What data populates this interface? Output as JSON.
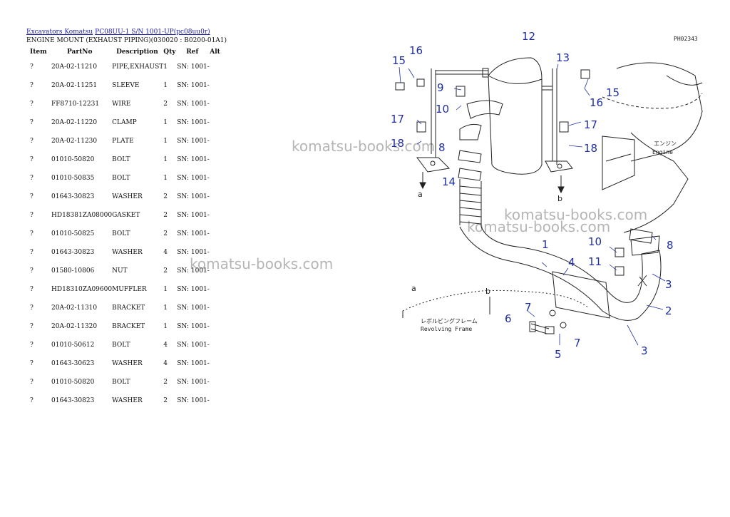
{
  "breadcrumb": {
    "link1": "Excavators Komatsu",
    "link2": "PC08UU-1 S/N 1001-UP(pc08uu0r)"
  },
  "subtitle": "ENGINE MOUNT (EXHAUST PIPING)(030020 : B0200-01A1)",
  "table": {
    "headers": {
      "item": "Item",
      "partno": "PartNo",
      "description": "Description",
      "qty": "Qty",
      "ref": "Ref",
      "alt": "Alt"
    },
    "rows": [
      {
        "item": "?",
        "partno": "20A-02-11210",
        "description": "PIPE,EXHAUST",
        "qty": "1",
        "ref": "SN: 1001-"
      },
      {
        "item": "?",
        "partno": "20A-02-11251",
        "description": "SLEEVE",
        "qty": "1",
        "ref": "SN: 1001-"
      },
      {
        "item": "?",
        "partno": "FF8710-12231",
        "description": "WIRE",
        "qty": "2",
        "ref": "SN: 1001-"
      },
      {
        "item": "?",
        "partno": "20A-02-11220",
        "description": "CLAMP",
        "qty": "1",
        "ref": "SN: 1001-"
      },
      {
        "item": "?",
        "partno": "20A-02-11230",
        "description": "PLATE",
        "qty": "1",
        "ref": "SN: 1001-"
      },
      {
        "item": "?",
        "partno": "01010-50820",
        "description": "BOLT",
        "qty": "1",
        "ref": "SN: 1001-"
      },
      {
        "item": "?",
        "partno": "01010-50835",
        "description": "BOLT",
        "qty": "1",
        "ref": "SN: 1001-"
      },
      {
        "item": "?",
        "partno": "01643-30823",
        "description": "WASHER",
        "qty": "2",
        "ref": "SN: 1001-"
      },
      {
        "item": "?",
        "partno": "HD18381ZA08000",
        "description": "GASKET",
        "qty": "2",
        "ref": "SN: 1001-"
      },
      {
        "item": "?",
        "partno": "01010-50825",
        "description": "BOLT",
        "qty": "2",
        "ref": "SN: 1001-"
      },
      {
        "item": "?",
        "partno": "01643-30823",
        "description": "WASHER",
        "qty": "4",
        "ref": "SN: 1001-"
      },
      {
        "item": "?",
        "partno": "01580-10806",
        "description": "NUT",
        "qty": "2",
        "ref": "SN: 1001-"
      },
      {
        "item": "?",
        "partno": "HD18310ZA09600",
        "description": "MUFFLER",
        "qty": "1",
        "ref": "SN: 1001-"
      },
      {
        "item": "?",
        "partno": "20A-02-11310",
        "description": "BRACKET",
        "qty": "1",
        "ref": "SN: 1001-"
      },
      {
        "item": "?",
        "partno": "20A-02-11320",
        "description": "BRACKET",
        "qty": "1",
        "ref": "SN: 1001-"
      },
      {
        "item": "?",
        "partno": "01010-50612",
        "description": "BOLT",
        "qty": "4",
        "ref": "SN: 1001-"
      },
      {
        "item": "?",
        "partno": "01643-30623",
        "description": "WASHER",
        "qty": "4",
        "ref": "SN: 1001-"
      },
      {
        "item": "?",
        "partno": "01010-50820",
        "description": "BOLT",
        "qty": "2",
        "ref": "SN: 1001-"
      },
      {
        "item": "?",
        "partno": "01643-30823",
        "description": "WASHER",
        "qty": "2",
        "ref": "SN: 1001-"
      }
    ]
  },
  "watermark": "komatsu-books.com",
  "diagram": {
    "code": "PH02343",
    "engine_jp": "エンジン",
    "engine_label": "Engine",
    "frame_jp": "レボルビングフレーム",
    "frame_label": "Revolving Frame",
    "letter_a": "a",
    "letter_b": "b",
    "callouts": {
      "c1": "1",
      "c2": "2",
      "c3a": "3",
      "c3b": "3",
      "c4": "4",
      "c5": "5",
      "c6": "6",
      "c7a": "7",
      "c7b": "7",
      "c8a": "8",
      "c8b": "8",
      "c9": "9",
      "c10a": "10",
      "c10b": "10",
      "c11": "11",
      "c12": "12",
      "c13": "13",
      "c14": "14",
      "c15a": "15",
      "c15b": "15",
      "c16a": "16",
      "c16b": "16",
      "c17a": "17",
      "c17b": "17",
      "c18a": "18",
      "c18b": "18"
    }
  },
  "colors": {
    "link": "#1a1aa6",
    "callout": "#1f2fa0",
    "watermark": "#787878"
  }
}
